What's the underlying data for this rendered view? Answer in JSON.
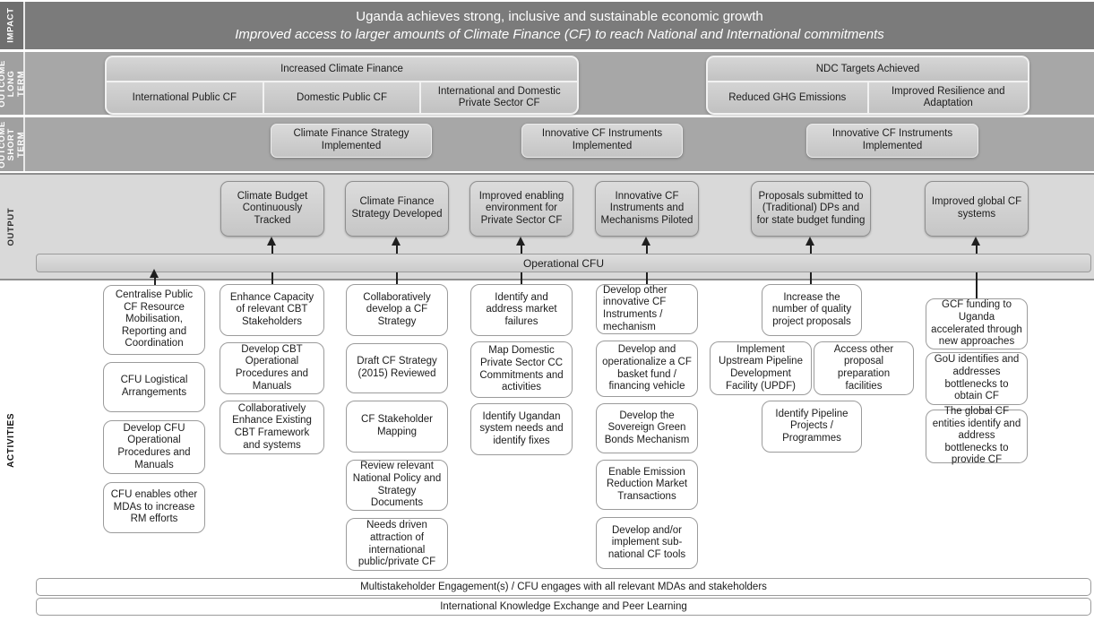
{
  "impact": {
    "row_label": "IMPACT",
    "title": "Uganda achieves strong, inclusive and sustainable economic growth",
    "subtitle": "Improved access to larger amounts of Climate Finance (CF) to reach National and International commitments"
  },
  "outcome_long": {
    "row_label": "OUTCOME\nLONG\nTERM",
    "groups": [
      {
        "header": "Increased Climate Finance",
        "items": [
          "International Public CF",
          "Domestic Public CF",
          "International and Domestic Private Sector CF"
        ]
      },
      {
        "header": "NDC Targets Achieved",
        "items": [
          "Reduced GHG Emissions",
          "Improved Resilience and Adaptation"
        ]
      }
    ]
  },
  "outcome_short": {
    "row_label": "OUTCOME\nSHORT\nTERM",
    "boxes": [
      "Climate Finance Strategy Implemented",
      "Innovative CF Instruments Implemented",
      "Innovative CF Instruments Implemented"
    ]
  },
  "output": {
    "row_label": "OUTPUT",
    "boxes": [
      "Climate Budget Continuously Tracked",
      "Climate Finance Strategy Developed",
      "Improved enabling environment for Private Sector CF",
      "Innovative CF Instruments and Mechanisms Piloted",
      "Proposals submitted to (Traditional) DPs and for state budget funding",
      "Improved global CF systems"
    ],
    "bar": "Operational CFU"
  },
  "activities": {
    "row_label": "ACTIVITIES",
    "columns": [
      {
        "items": [
          "Centralise Public CF Resource Mobilisation, Reporting and Coordination",
          "CFU Logistical Arrangements",
          "Develop CFU Operational Procedures and Manuals",
          "CFU enables other MDAs to increase RM efforts"
        ]
      },
      {
        "items": [
          "Enhance Capacity of relevant CBT Stakeholders",
          "Develop CBT Operational Procedures and Manuals",
          "Collaboratively Enhance Existing CBT Framework and systems"
        ]
      },
      {
        "items": [
          "Collaboratively develop a CF Strategy",
          "Draft CF Strategy (2015) Reviewed",
          "CF Stakeholder Mapping",
          "Review relevant National Policy and Strategy Documents",
          "Needs driven attraction of international public/private CF"
        ]
      },
      {
        "items": [
          "Identify and address market failures",
          "Map Domestic Private Sector CC Commitments and activities",
          "Identify Ugandan system needs and identify fixes"
        ]
      },
      {
        "items": [
          "Develop other innovative CF Instruments / mechanism",
          "Develop and operationalize a CF basket fund / financing vehicle",
          "Develop the Sovereign Green Bonds Mechanism",
          "Enable Emission Reduction Market Transactions",
          "Develop and/or implement sub-national CF tools"
        ]
      },
      {
        "items": [
          "Increase the number of quality project proposals",
          "Implement Upstream Pipeline Development Facility (UPDF)",
          "Access other proposal preparation facilities",
          "Identify Pipeline Projects / Programmes"
        ]
      },
      {
        "items": [
          "GCF funding to Uganda accelerated through new approaches",
          "GoU identifies and addresses bottlenecks to obtain CF",
          "The global CF entities identify and address bottlenecks to provide CF"
        ]
      }
    ]
  },
  "footer": {
    "bars": [
      "Multistakeholder Engagement(s) / CFU engages with all relevant MDAs and stakeholders",
      "International Knowledge Exchange and Peer Learning"
    ]
  },
  "colors": {
    "impact_band": "#7b7b7b",
    "outcome_band": "#a7a7a7",
    "output_band": "#d9d9d9",
    "box_border": "#9b9b9b",
    "connector": "#1f1f1f"
  }
}
